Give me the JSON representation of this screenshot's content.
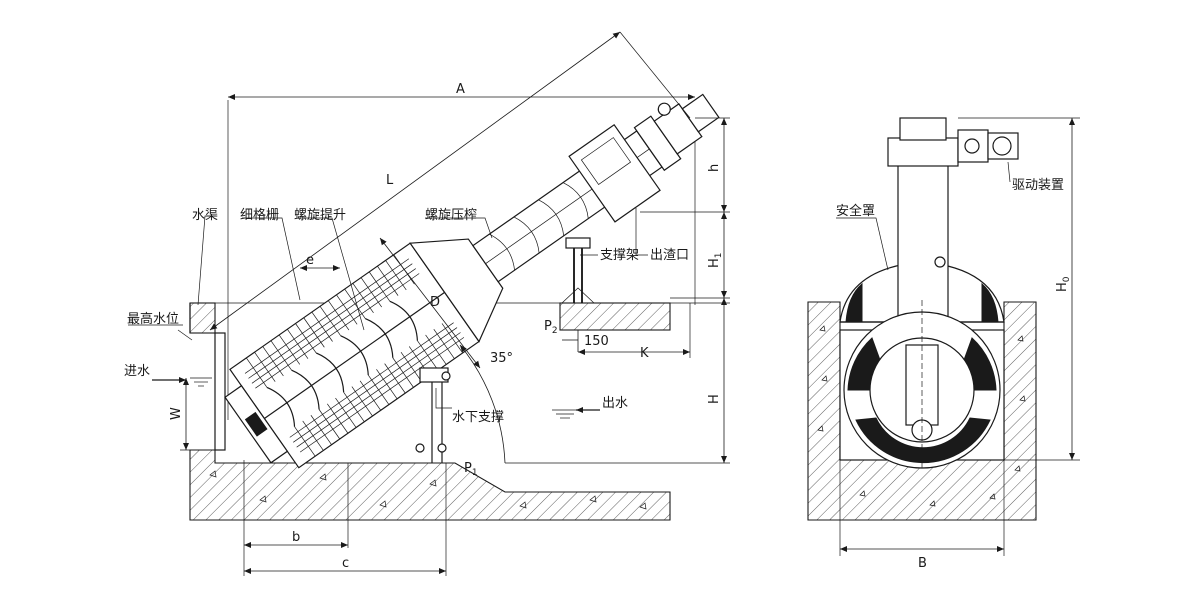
{
  "labels": {
    "channel": "水渠",
    "fine_screen": "细格栅",
    "screw_lift": "螺旋提升",
    "screw_press": "螺旋压榨",
    "support_frame": "支撑架",
    "discharge_outlet": "出渣口",
    "max_water_level": "最高水位",
    "water_in": "进水",
    "underwater_support": "水下支撑",
    "water_out": "出水",
    "drive_unit": "驱动装置",
    "safety_cover": "安全罩"
  },
  "dimensions": {
    "A": "A",
    "L": "L",
    "D": "D",
    "e": "e",
    "h": "h",
    "H1_main": "H",
    "H1_sub": "1",
    "H": "H",
    "H0_main": "H",
    "H0_sub": "0",
    "W": "W",
    "K": "K",
    "b": "b",
    "c": "c",
    "B": "B",
    "P1_main": "P",
    "P1_sub": "1",
    "P2_main": "P",
    "P2_sub": "2",
    "d150": "150",
    "angle": "35°"
  }
}
